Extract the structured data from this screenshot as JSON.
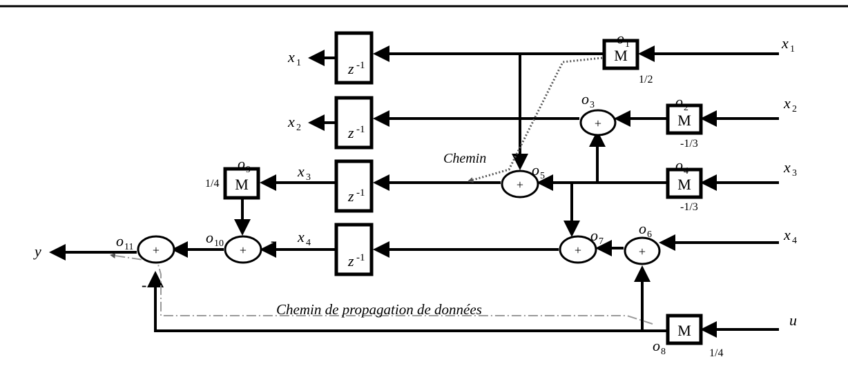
{
  "inputs": {
    "x1_base": "x",
    "x1_sub": "1",
    "x2_base": "x",
    "x2_sub": "2",
    "x3_base": "x",
    "x3_sub": "3",
    "x4_base": "x",
    "x4_sub": "4",
    "u": "u"
  },
  "outputs": {
    "x1_base": "x",
    "x1_sub": "1",
    "x2_base": "x",
    "x2_sub": "2",
    "x3_base": "x",
    "x3_sub": "3",
    "x4_base": "x",
    "x4_sub": "4",
    "y": "y"
  },
  "delays": {
    "z_base": "z",
    "z_exp": "-1"
  },
  "multipliers": {
    "symbol": "M",
    "o1_coef": "1/2",
    "o2_coef": "-1/3",
    "o4_coef": "-1/3",
    "o8_coef": "1/4",
    "o9_coef": "1/4"
  },
  "adders": {
    "symbol": "+",
    "feedback_sign": "-",
    "minus_sign": "-"
  },
  "nodes": {
    "o_base": "o",
    "o1": "1",
    "o2": "2",
    "o3": "3",
    "o4": "4",
    "o5": "5",
    "o6": "6",
    "o7": "7",
    "o8": "8",
    "o9": "9",
    "o10": "10",
    "o11": "11"
  },
  "annotations": {
    "chemin": "Chemin",
    "data_path": "Chemin de propagation de données"
  },
  "colors": {
    "wire": "#000000",
    "path_dotted": "#555555",
    "path_dashdot": "#888888"
  }
}
